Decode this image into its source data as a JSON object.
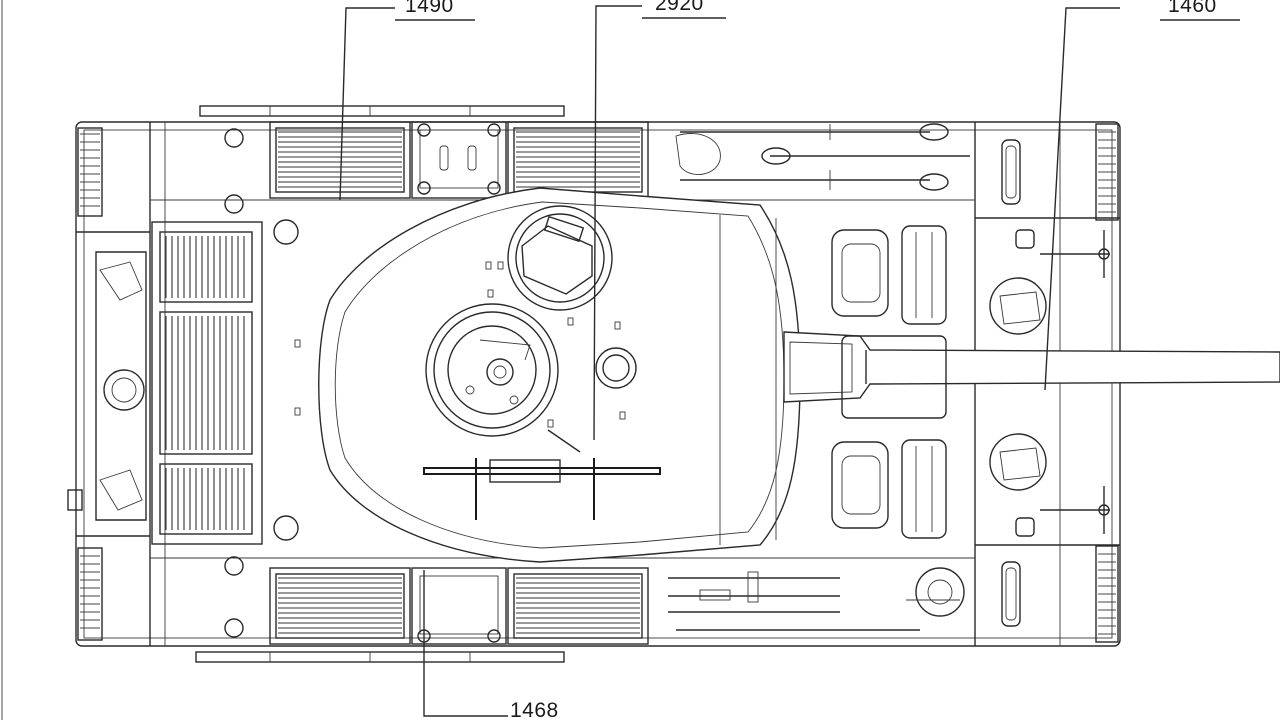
{
  "callouts": {
    "c1490": "1490",
    "c2920": "2920",
    "c1460": "1460",
    "c1468": "1468"
  }
}
